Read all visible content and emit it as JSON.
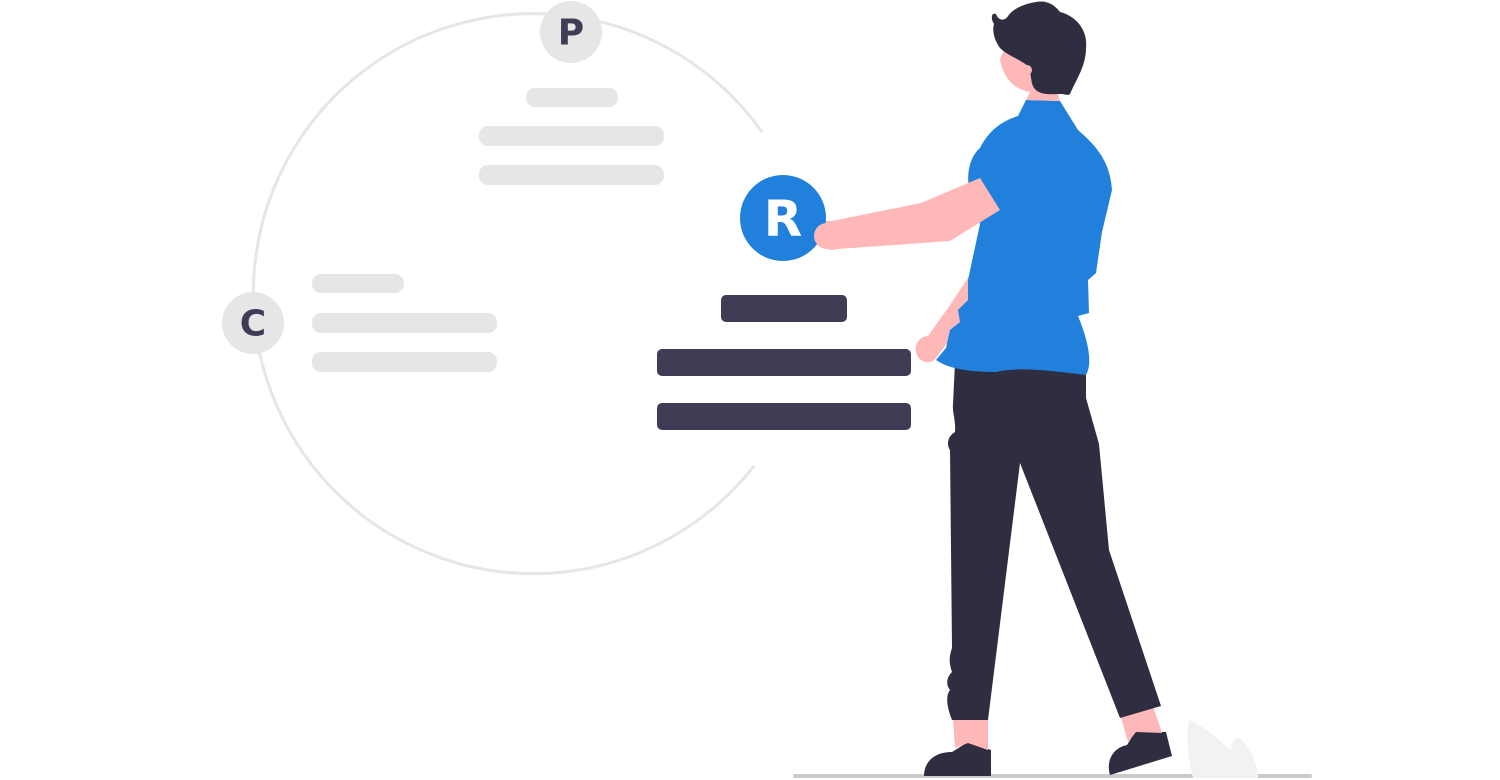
{
  "cycle": {
    "badges": {
      "p": {
        "letter": "P"
      },
      "c": {
        "letter": "C"
      },
      "r": {
        "letter": "R"
      }
    }
  },
  "colors": {
    "accent": "#2180DC",
    "ring": "#E6E6E6",
    "placeholder_line": "#E6E6E6",
    "active_line": "#3F3D56",
    "pants": "#2F2E41",
    "hair": "#2F2E41",
    "skin": "#FFB8B8",
    "shirt": "#2180DC",
    "ground": "#CACACA",
    "plant": "#F2F2F2",
    "badge_inactive_fill": "#E6E6E6",
    "badge_inactive_text": "#3F3D56",
    "badge_active_text": "#FFFFFF"
  }
}
